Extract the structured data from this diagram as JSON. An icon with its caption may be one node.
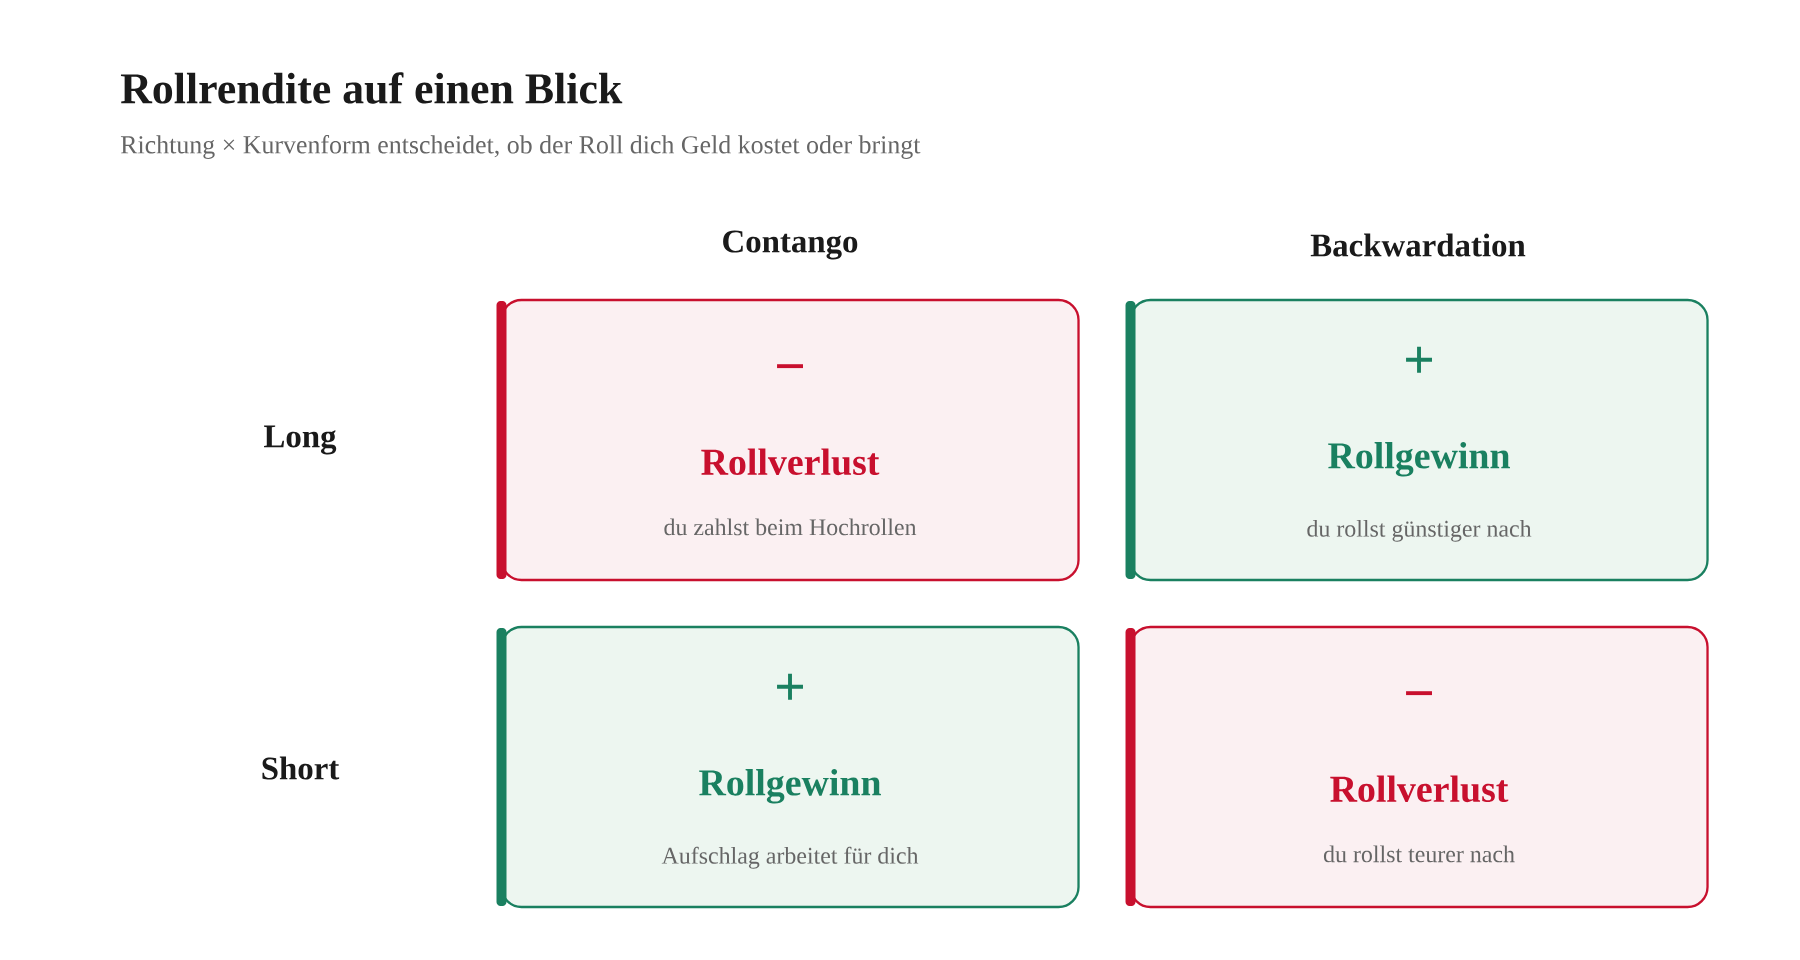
{
  "diagram": {
    "title": "Rollrendite auf einen Blick",
    "caption": "Richtung × Kurvenform entscheidet, ob der Roll dich Geld kostet oder bringt",
    "nodes": [
      {
        "text": [
          "−",
          "Rollverlust",
          "du zahlst beim Hochrollen"
        ]
      },
      {
        "text": [
          "+",
          "Rollgewinn",
          "du rollst günstiger nach"
        ]
      },
      {
        "text": [
          "+",
          "Rollgewinn",
          "Aufschlag arbeitet für dich"
        ]
      },
      {
        "text": [
          "−",
          "Rollverlust",
          "du rollst teurer nach"
        ]
      }
    ],
    "labels": [
      "Contango",
      "Backwardation",
      "Long",
      "Short"
    ]
  }
}
